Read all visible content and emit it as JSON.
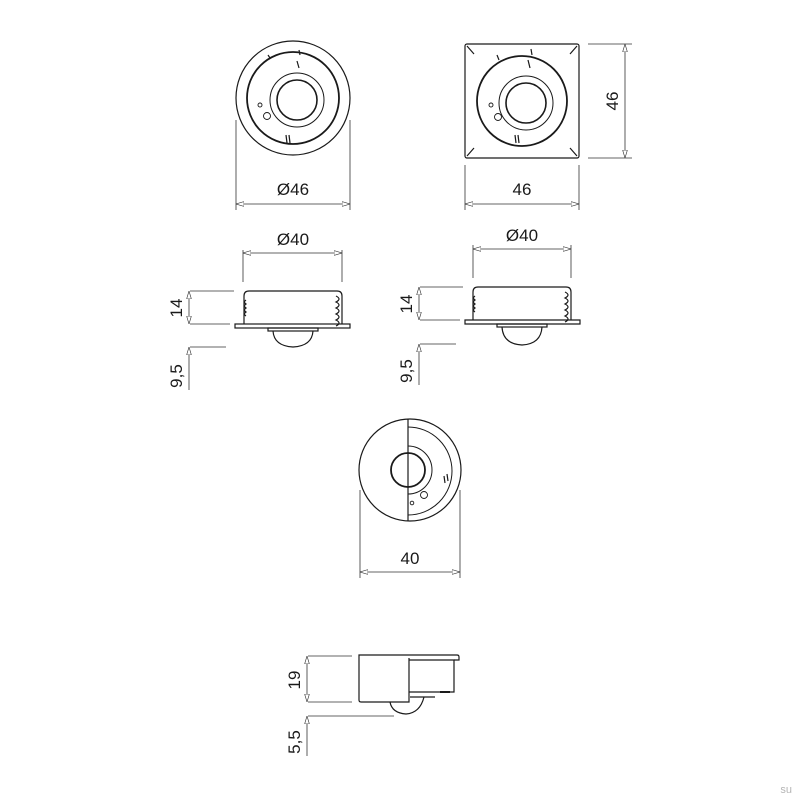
{
  "drawing": {
    "views": {
      "round_top": {
        "dimension_label": "Ø46"
      },
      "square_top": {
        "width_label": "46",
        "height_label": "46"
      },
      "side_round": {
        "diameter_label": "Ø40",
        "height_label": "14",
        "protrusion_label": "9,5"
      },
      "side_square": {
        "diameter_label": "Ø40",
        "height_label": "14",
        "protrusion_label": "9,5"
      },
      "section_top": {
        "dimension_label": "40"
      },
      "section_side": {
        "height_label": "19",
        "protrusion_label": "5,5"
      }
    },
    "colors": {
      "line": "#1a1a1a",
      "dim_line": "#333333",
      "watermark": "#b5b5b5"
    }
  },
  "watermark": "su"
}
